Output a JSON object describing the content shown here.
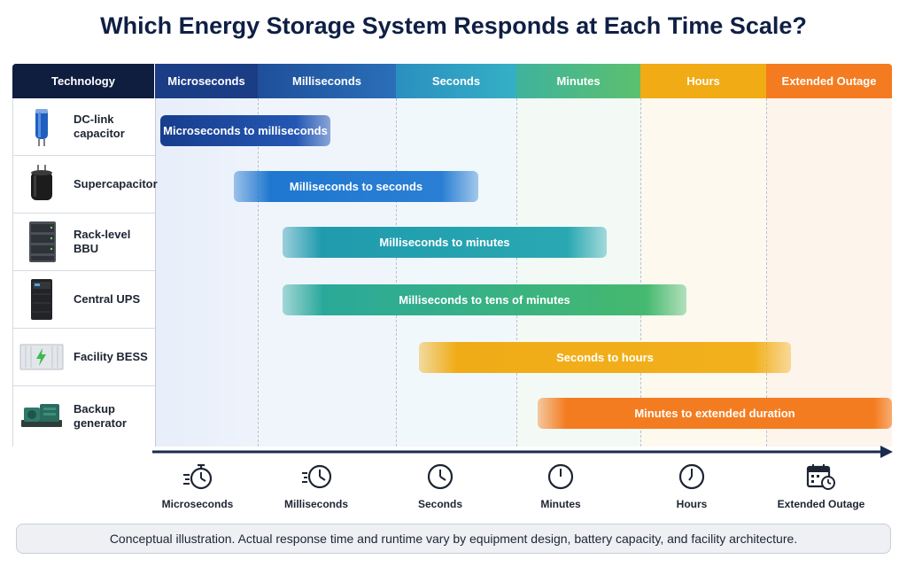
{
  "title": "Which Energy Storage System Responds at Each Time Scale?",
  "table": {
    "tech_header": "Technology",
    "columns": [
      {
        "label": "Microseconds",
        "color": "#1a3f8c",
        "bg": "#eaf0fa"
      },
      {
        "label": "Milliseconds",
        "color": "#2b5fae",
        "bg": "#ecf3fb"
      },
      {
        "label": "Seconds",
        "color": "#2ea5c8",
        "bg": "#eef7fb"
      },
      {
        "label": "Minutes",
        "color": "#4dbb78",
        "bg": "#eff9f2"
      },
      {
        "label": "Hours",
        "color": "#f0ac17",
        "bg": "#fdf7ea"
      },
      {
        "label": "Extended Outage",
        "color": "#f47c20",
        "bg": "#fdf1e8"
      }
    ],
    "rows": [
      {
        "icon": "dc-link-capacitor-icon",
        "label": "DC-link capacitor",
        "bar": "Microseconds to milliseconds",
        "bar_color": "#1f4c9e"
      },
      {
        "icon": "supercapacitor-icon",
        "label": "Supercapacitor",
        "bar": "Milliseconds to seconds",
        "bar_color": "#1f77cf"
      },
      {
        "icon": "rack-bbu-icon",
        "label": "Rack-level BBU",
        "bar": "Milliseconds to minutes",
        "bar_color": "#1f9bad"
      },
      {
        "icon": "central-ups-icon",
        "label": "Central UPS",
        "bar": "Milliseconds to tens of minutes",
        "bar_color": "#33b07a"
      },
      {
        "icon": "facility-bess-icon",
        "label": "Facility BESS",
        "bar": "Seconds to hours",
        "bar_color": "#f0ac17"
      },
      {
        "icon": "backup-generator-icon",
        "label": "Backup generator",
        "bar": "Minutes to extended duration",
        "bar_color": "#f47c20"
      }
    ]
  },
  "scale": [
    {
      "icon": "stopwatch-fast-icon",
      "label": "Microseconds"
    },
    {
      "icon": "clock-fast-icon",
      "label": "Milliseconds"
    },
    {
      "icon": "clock-icon",
      "label": "Seconds"
    },
    {
      "icon": "clock-icon",
      "label": "Minutes"
    },
    {
      "icon": "clock-icon",
      "label": "Hours"
    },
    {
      "icon": "calendar-clock-icon",
      "label": "Extended Outage"
    }
  ],
  "note": "Conceptual illustration. Actual response time and runtime vary by equipment design, battery capacity, and facility architecture."
}
